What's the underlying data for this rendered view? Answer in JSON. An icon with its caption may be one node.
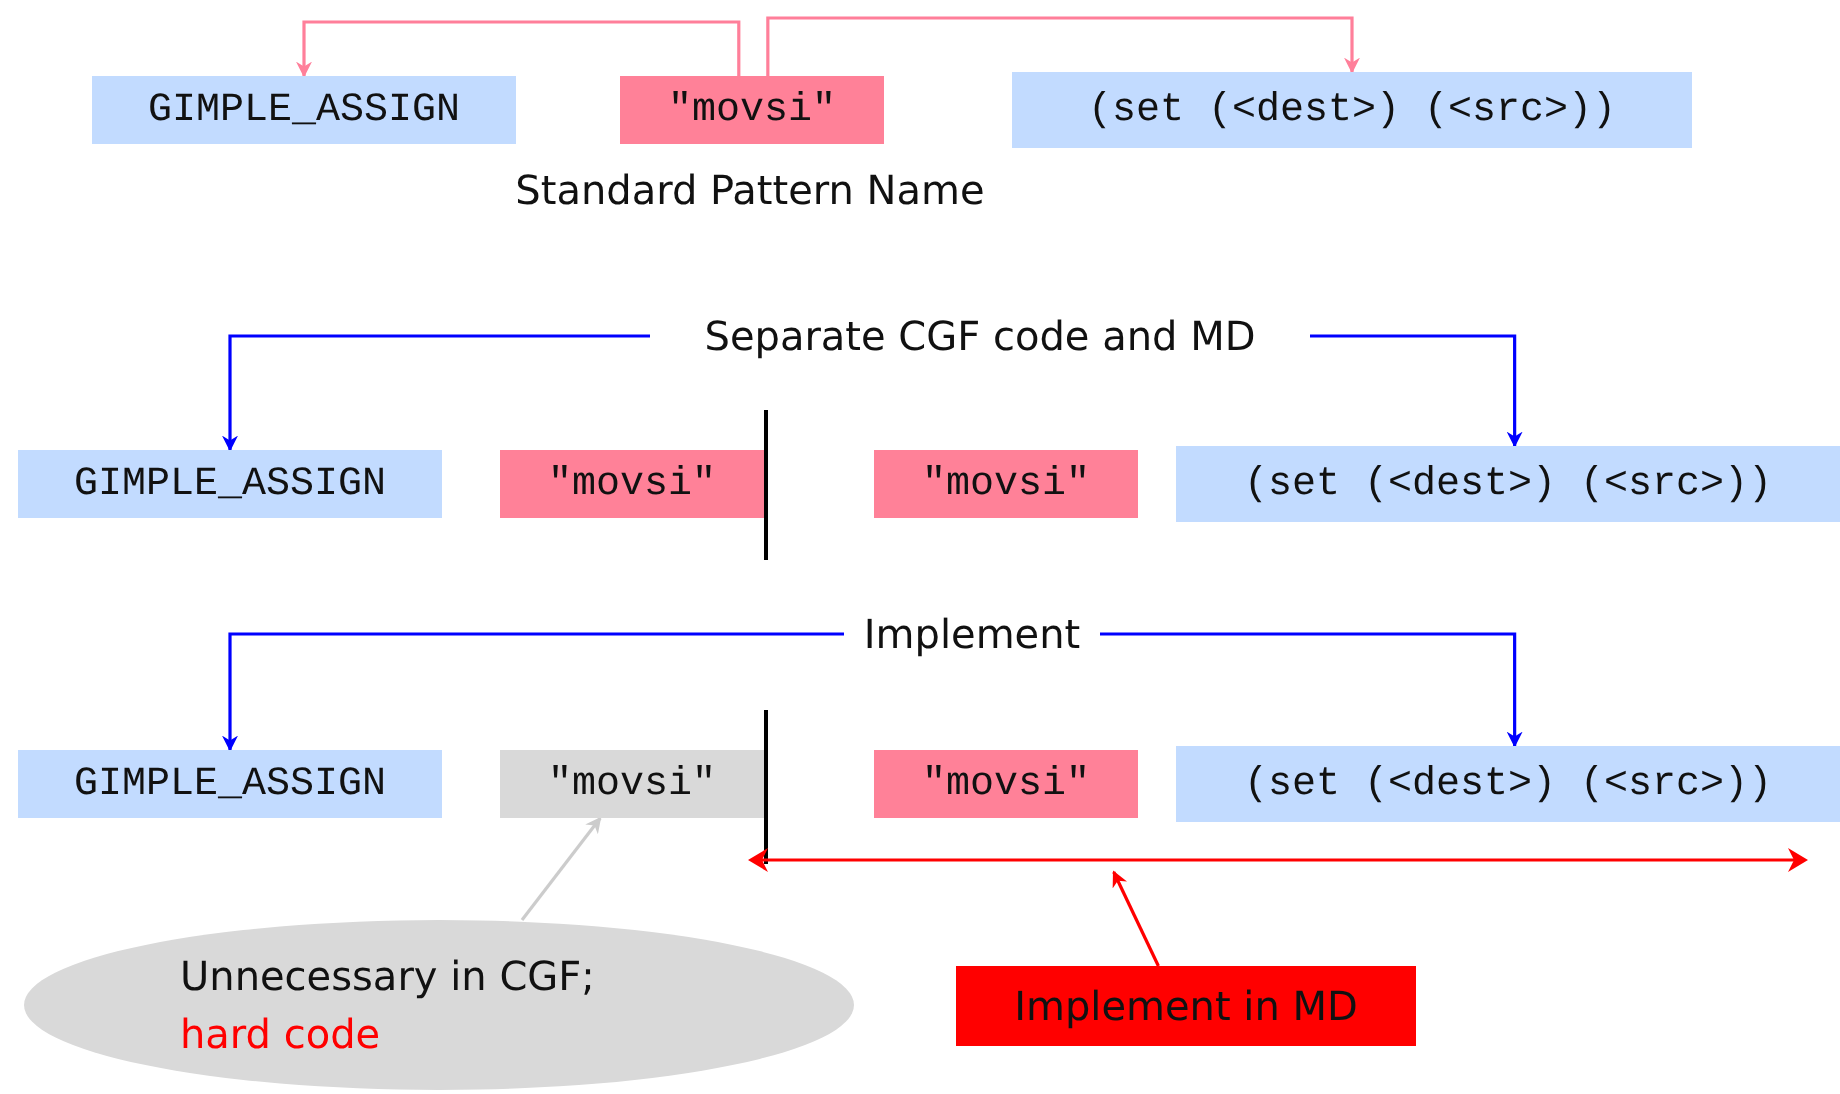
{
  "diagram": {
    "nodes": [
      {
        "text": [
          "GIMPLE_ASSIGN"
        ]
      },
      {
        "text": [
          "\"movsi\""
        ],
        "beside": [
          "Standard Pattern Name"
        ]
      },
      {
        "text": [
          "(set (<dest>) (<src>))"
        ]
      },
      {
        "text": [
          "Separate CGF code and MD"
        ]
      },
      {
        "text": [
          "GIMPLE_ASSIGN"
        ]
      },
      {
        "text": [
          "\"movsi\""
        ]
      },
      {
        "text": [
          "\"movsi\""
        ]
      },
      {
        "text": [
          "(set (<dest>) (<src>))"
        ]
      },
      {
        "text": [
          "Implement"
        ]
      },
      {
        "text": [
          "GIMPLE_ASSIGN"
        ]
      },
      {
        "text": [
          "\"movsi\""
        ]
      },
      {
        "text": [
          "\"movsi\""
        ]
      },
      {
        "text": [
          "(set (<dest>) (<src>))"
        ]
      },
      {
        "text": [],
        "shape": "bar"
      },
      {
        "text": [
          "Unnecessary in CGF;",
          "hard code"
        ]
      },
      {
        "text": [
          "Implement in MD"
        ]
      }
    ],
    "edges": [
      {
        "from": 1,
        "to": 0,
        "arrow": "to",
        "color": "#ff7f9a"
      },
      {
        "from": 1,
        "to": 2,
        "arrow": "to",
        "color": "#ff7f9a"
      },
      {
        "from": 3,
        "to": 4,
        "arrow": "to"
      },
      {
        "from": 3,
        "to": 7,
        "arrow": "to"
      },
      {
        "from": 8,
        "to": 9,
        "arrow": "to"
      },
      {
        "from": 8,
        "to": 12,
        "arrow": "to"
      },
      {
        "from": 14,
        "to": 10,
        "arrow": "to",
        "color": "#cccccc"
      },
      {
        "from": 15,
        "to": 13,
        "arrow": "to",
        "color": "#ff0000"
      }
    ]
  }
}
